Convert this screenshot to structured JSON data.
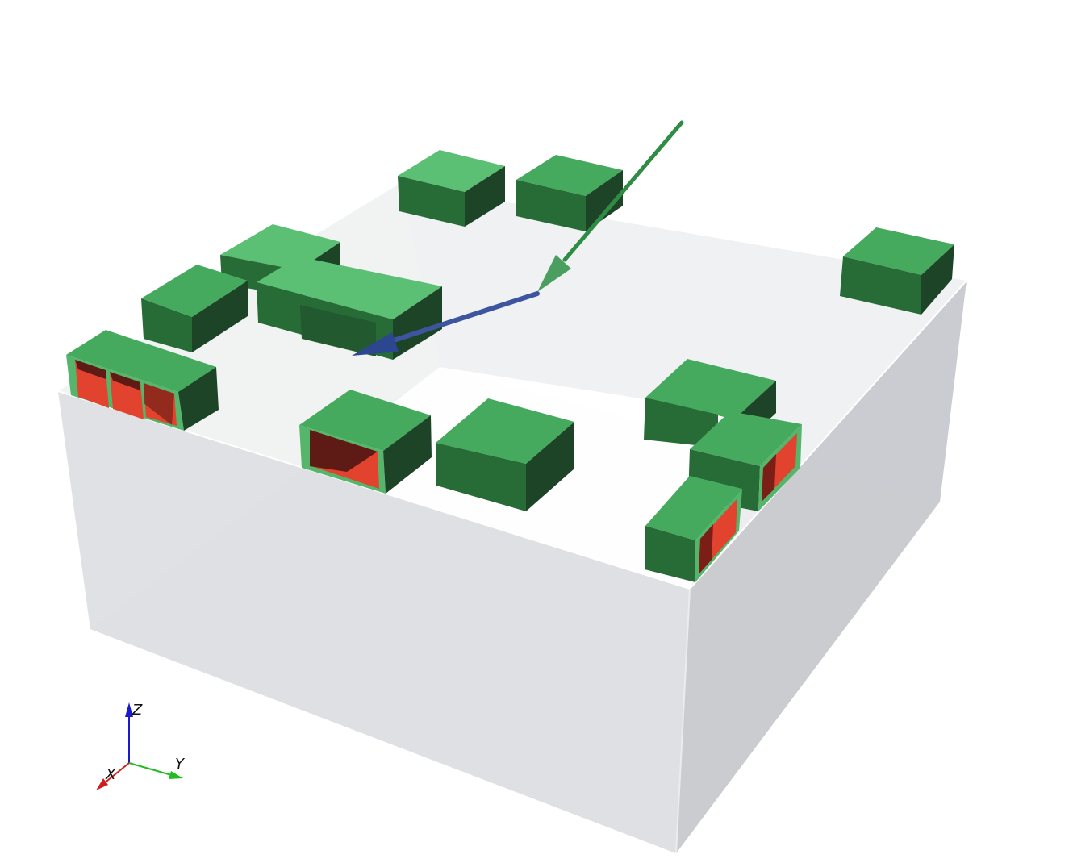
{
  "viewer": {
    "background": "#ffffff",
    "colors": {
      "domain_front": "#dcdde1",
      "domain_side": "#c6c7cb",
      "domain_back": "#e6e7ea",
      "floor": "#e2e3e6",
      "building_top": "#45a95e",
      "building_top_light": "#5bbf74",
      "building_left": "#276b36",
      "building_right": "#1d4427",
      "opening_face": "#e2432f",
      "opening_dark": "#5e1a14",
      "vector_inflow": "#2f8c45",
      "vector_outflow": "#3c559e"
    },
    "scene_objects": [
      "computational-domain",
      "building-blocks",
      "inflow-vector",
      "outflow-vector"
    ]
  },
  "axes": {
    "x_label": "X",
    "y_label": "Y",
    "z_label": "Z",
    "x_color": "#cc2020",
    "y_color": "#22bb22",
    "z_color": "#1a1acc"
  }
}
